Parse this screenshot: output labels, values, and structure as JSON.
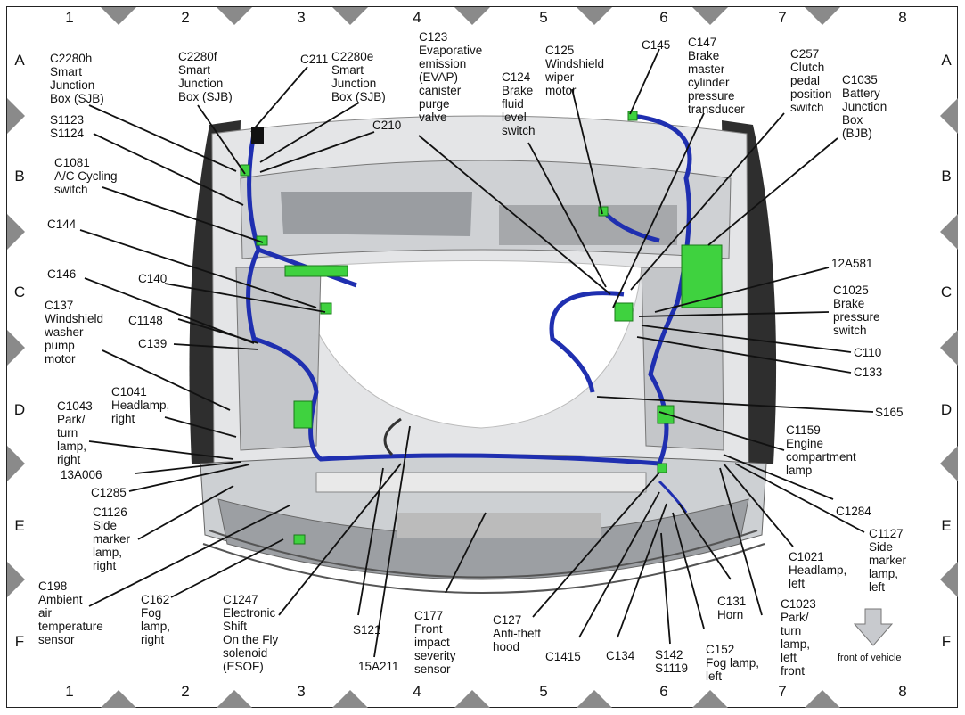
{
  "grid": {
    "columns": [
      "1",
      "2",
      "3",
      "4",
      "5",
      "6",
      "7",
      "8"
    ],
    "rows": [
      "A",
      "B",
      "C",
      "D",
      "E",
      "F"
    ]
  },
  "labels": {
    "c2280h": [
      "C2280h",
      "Smart",
      "Junction",
      "Box (SJB)"
    ],
    "c2280f": [
      "C2280f",
      "Smart",
      "Junction",
      "Box (SJB)"
    ],
    "c211": [
      "C211"
    ],
    "c2280e": [
      "C2280e",
      "Smart",
      "Junction",
      "Box (SJB)"
    ],
    "c210": [
      "C210"
    ],
    "s1123": [
      "S1123",
      "S1124"
    ],
    "c1081": [
      "C1081",
      "A/C Cycling",
      "switch"
    ],
    "c144": [
      "C144"
    ],
    "c146": [
      "C146"
    ],
    "c140": [
      "C140"
    ],
    "c137": [
      "C137",
      "Windshield",
      "washer",
      "pump",
      "motor"
    ],
    "c1148": [
      "C1148"
    ],
    "c139": [
      "C139"
    ],
    "c1041": [
      "C1041",
      "Headlamp,",
      "right"
    ],
    "c1043": [
      "C1043",
      "Park/",
      "turn",
      "lamp,",
      "right"
    ],
    "a13a006": [
      "13A006"
    ],
    "c1285": [
      "C1285"
    ],
    "c1126": [
      "C1126",
      "Side",
      "marker",
      "lamp,",
      "right"
    ],
    "c198": [
      "C198",
      "Ambient",
      "air",
      "temperature",
      "sensor"
    ],
    "c162": [
      "C162",
      "Fog",
      "lamp,",
      "right"
    ],
    "c1247": [
      "C1247",
      "Electronic",
      "Shift",
      "On the Fly",
      "solenoid",
      "(ESOF)"
    ],
    "s121": [
      "S121"
    ],
    "a15a211": [
      "15A211"
    ],
    "c177": [
      "C177",
      "Front",
      "impact",
      "severity",
      "sensor"
    ],
    "c123": [
      "C123",
      "Evaporative",
      "emission",
      "(EVAP)",
      "canister",
      "purge",
      "valve"
    ],
    "c124": [
      "C124",
      "Brake",
      "fluid",
      "level",
      "switch"
    ],
    "c125": [
      "C125",
      "Windshield",
      "wiper",
      "motor"
    ],
    "c145": [
      "C145"
    ],
    "c147": [
      "C147",
      "Brake",
      "master",
      "cylinder",
      "pressure",
      "transducer"
    ],
    "c257": [
      "C257",
      "Clutch",
      "pedal",
      "position",
      "switch"
    ],
    "c1035": [
      "C1035",
      "Battery",
      "Junction",
      "Box",
      "(BJB)"
    ],
    "a12a581": [
      "12A581"
    ],
    "c1025": [
      "C1025",
      "Brake",
      "pressure",
      "switch"
    ],
    "c110": [
      "C110"
    ],
    "c133": [
      "C133"
    ],
    "s165": [
      "S165"
    ],
    "c1159": [
      "C1159",
      "Engine",
      "compartment",
      "lamp"
    ],
    "c1284": [
      "C1284"
    ],
    "c1127": [
      "C1127",
      "Side",
      "marker",
      "lamp,",
      "left"
    ],
    "c1021": [
      "C1021",
      "Headlamp,",
      "left"
    ],
    "c1023": [
      "C1023",
      "Park/",
      "turn",
      "lamp,",
      "left",
      "front"
    ],
    "c131": [
      "C131",
      "Horn"
    ],
    "c152": [
      "C152",
      "Fog lamp,",
      "left"
    ],
    "s142": [
      "S142",
      "S1119"
    ],
    "c134": [
      "C134"
    ],
    "c1415": [
      "C1415"
    ],
    "c127": [
      "C127",
      "Anti-theft",
      "hood"
    ]
  },
  "front_arrow_label": "front of vehicle",
  "colors": {
    "wire": "#1f2fb0",
    "connector": "#3fd23f",
    "body": "#d7d9dc",
    "dark": "#3a3a3a",
    "marker": "#8a8a8a"
  }
}
